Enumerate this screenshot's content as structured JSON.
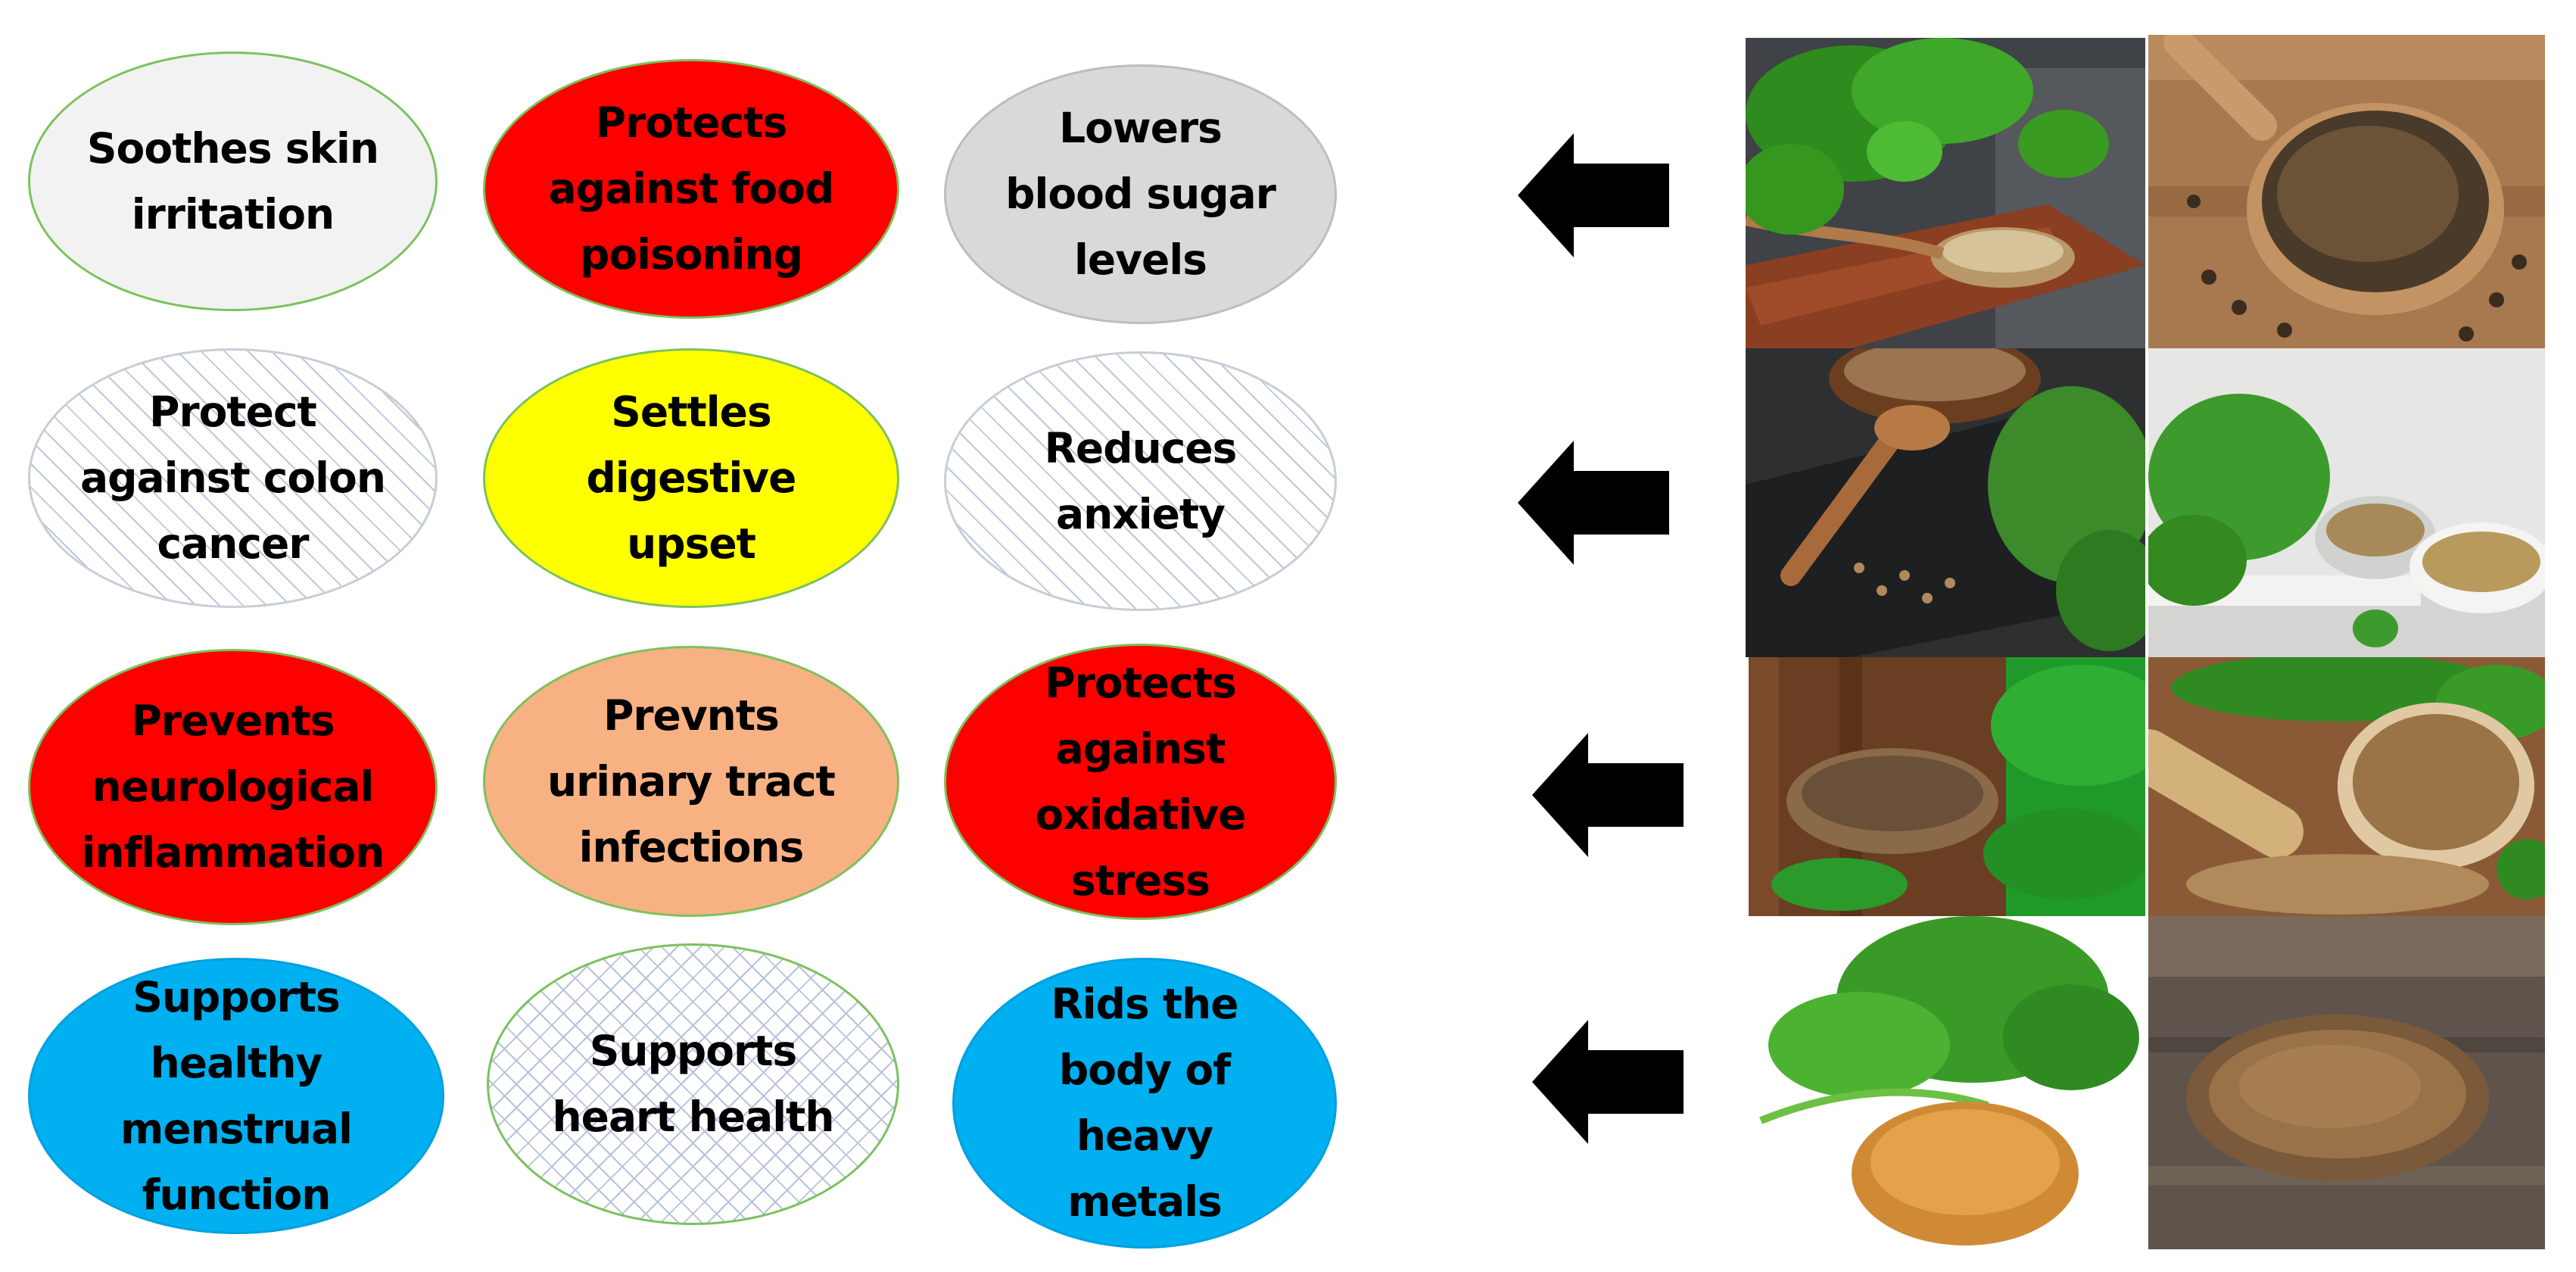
{
  "benefits": [
    {
      "label": "Soothes skin irritation",
      "lines": [
        "Soothes skin",
        "irritation"
      ],
      "fill": "#f2f2f2"
    },
    {
      "label": "Protects against food poisoning",
      "lines": [
        "Protects",
        "against food",
        "poisoning"
      ],
      "fill": "#ff0000"
    },
    {
      "label": "Lowers blood sugar levels",
      "lines": [
        "Lowers",
        "blood sugar",
        "levels"
      ],
      "fill": "#d9d9d9"
    },
    {
      "label": "Protect against colon cancer",
      "lines": [
        "Protect",
        "against colon",
        "cancer"
      ],
      "fill": "diagonal-hatch"
    },
    {
      "label": "Settles digestive upset",
      "lines": [
        "Settles",
        "digestive",
        "upset"
      ],
      "fill": "#ffff00"
    },
    {
      "label": "Reduces anxiety",
      "lines": [
        "Reduces",
        "anxiety"
      ],
      "fill": "diagonal-hatch"
    },
    {
      "label": "Prevents neurological inflammation",
      "lines": [
        "Prevents",
        "neurological",
        "inflammation"
      ],
      "fill": "#ff0000"
    },
    {
      "label": "Prevnts urinary tract infections",
      "lines": [
        "Prevnts",
        "urinary tract",
        "infections"
      ],
      "fill": "#f8b183"
    },
    {
      "label": "Protects against oxidative stress",
      "lines": [
        "Protects",
        "against",
        "oxidative",
        "stress"
      ],
      "fill": "#ff0000"
    },
    {
      "label": "Supports healthy menstrual function",
      "lines": [
        "Supports",
        "healthy",
        "menstrual",
        "function"
      ],
      "fill": "#00b0f0"
    },
    {
      "label": "Supports heart health",
      "lines": [
        "Supports",
        "heart health"
      ],
      "fill": "cross-hatch"
    },
    {
      "label": "Rids the body of heavy metals",
      "lines": [
        "Rids the",
        "body of",
        "heavy",
        "metals"
      ],
      "fill": "#00b0f0"
    }
  ],
  "arrows": {
    "direction": "left",
    "count": 4,
    "color": "#000000"
  },
  "photos": [
    {
      "subject": "fresh coriander leaves with spoon of seeds on board"
    },
    {
      "subject": "wooden spoon of coriander seeds"
    },
    {
      "subject": "coriander seeds in bowl with scoop and fresh leaves"
    },
    {
      "subject": "coriander leaves, seeds and ground powder in bowls"
    },
    {
      "subject": "bowl of coriander seeds with fresh leaves"
    },
    {
      "subject": "ground coriander in scoop and seeds in wooden bowl"
    },
    {
      "subject": "fresh coriander sprigs over pile of seeds"
    },
    {
      "subject": "pile of coriander seeds on wooden table"
    }
  ]
}
